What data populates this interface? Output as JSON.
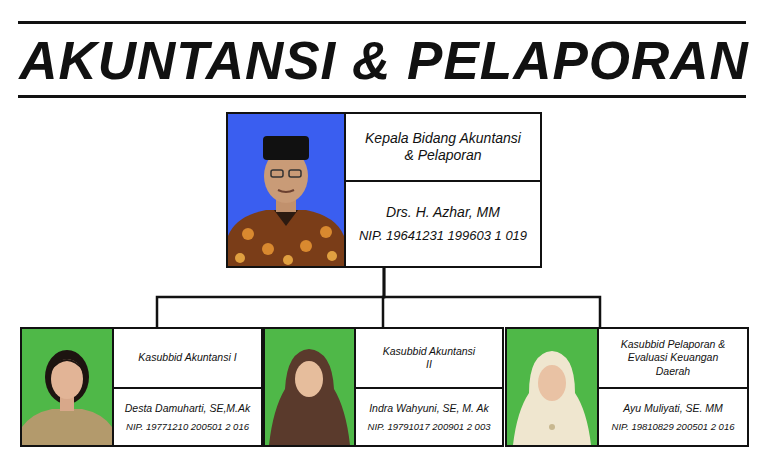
{
  "diagram": {
    "title": "AKUNTANSI & PELAPORAN",
    "nodes": [
      {
        "text": [
          "Kepala Bidang Akuntansi & Pelaporan",
          "Drs. H. Azhar, MM",
          "NIP. 19641231 199603 1 019"
        ]
      },
      {
        "text": [
          "Kasubbid Akuntansi I",
          "Desta Damuharti, SE,M.Ak",
          "NIP. 19771210 200501 2 016"
        ]
      },
      {
        "text": [
          "Kasubbid Akuntansi II",
          "Indra Wahyuni, SE, M. Ak",
          "NIP. 19791017 200901 2 003"
        ]
      },
      {
        "text": [
          "Kasubbid Pelaporan & Evaluasi Keuangan Daerah",
          "Ayu Muliyati, SE. MM",
          "NIP. 19810829 200501 2 016"
        ]
      }
    ],
    "edges": [
      {
        "from": 0,
        "to": 1,
        "arrow": "none"
      },
      {
        "from": 0,
        "to": 2,
        "arrow": "none"
      },
      {
        "from": 0,
        "to": 3,
        "arrow": "none"
      }
    ]
  }
}
